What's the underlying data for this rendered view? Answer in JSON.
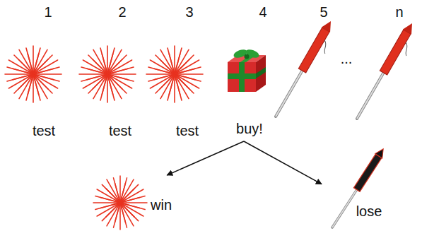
{
  "diagram": {
    "nodes": [
      {
        "text": [
          "1",
          "test"
        ]
      },
      {
        "text": [
          "2",
          "test"
        ]
      },
      {
        "text": [
          "3",
          "test"
        ]
      },
      {
        "text": [
          "4",
          "buy!"
        ]
      },
      {
        "text": [
          "5"
        ]
      },
      {
        "text": [
          "n"
        ]
      },
      {
        "text": [
          "win"
        ]
      },
      {
        "text": [
          "lose"
        ]
      }
    ],
    "edges": [
      {
        "from": 3,
        "to": 6,
        "arrow": "to"
      },
      {
        "from": 3,
        "to": 7,
        "arrow": "to"
      }
    ],
    "labels": [
      "..."
    ]
  }
}
